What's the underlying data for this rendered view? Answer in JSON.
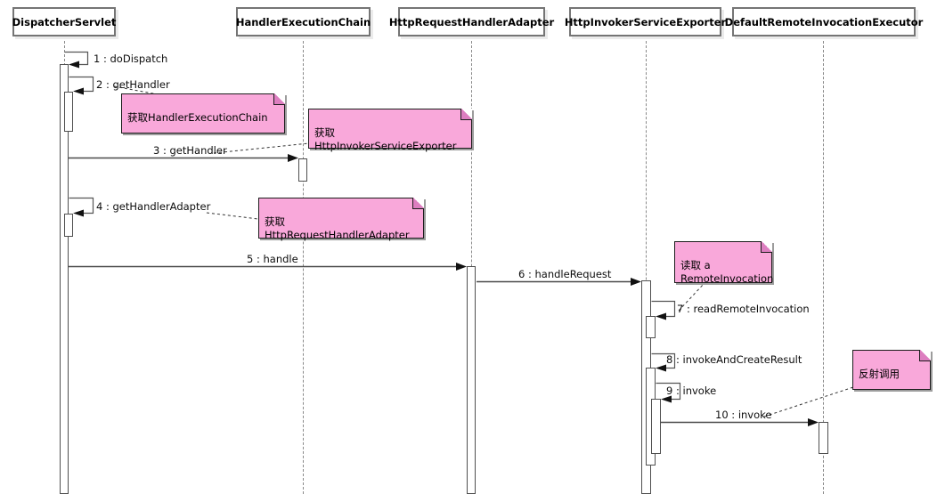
{
  "diagram": {
    "type": "uml-sequence-diagram",
    "participants": [
      {
        "name": "DispatcherServlet"
      },
      {
        "name": "HandlerExecutionChain"
      },
      {
        "name": "HttpRequestHandlerAdapter"
      },
      {
        "name": "HttpInvokerServiceExporter"
      },
      {
        "name": "DefaultRemoteInvocationExecutor"
      }
    ],
    "messages": [
      {
        "label": "1 : doDispatch",
        "from": "DispatcherServlet",
        "to": "DispatcherServlet",
        "kind": "self"
      },
      {
        "label": "2 : getHandler",
        "from": "DispatcherServlet",
        "to": "DispatcherServlet",
        "kind": "self"
      },
      {
        "label": "3 : getHandler",
        "from": "DispatcherServlet",
        "to": "HandlerExecutionChain",
        "kind": "call"
      },
      {
        "label": "4 : getHandlerAdapter",
        "from": "DispatcherServlet",
        "to": "DispatcherServlet",
        "kind": "self"
      },
      {
        "label": "5 : handle",
        "from": "DispatcherServlet",
        "to": "HttpRequestHandlerAdapter",
        "kind": "call"
      },
      {
        "label": "6 : handleRequest",
        "from": "HttpRequestHandlerAdapter",
        "to": "HttpInvokerServiceExporter",
        "kind": "call"
      },
      {
        "label": "7 : readRemoteInvocation",
        "from": "HttpInvokerServiceExporter",
        "to": "HttpInvokerServiceExporter",
        "kind": "self"
      },
      {
        "label": "8 : invokeAndCreateResult",
        "from": "HttpInvokerServiceExporter",
        "to": "HttpInvokerServiceExporter",
        "kind": "self"
      },
      {
        "label": "9 : invoke",
        "from": "HttpInvokerServiceExporter",
        "to": "HttpInvokerServiceExporter",
        "kind": "self"
      },
      {
        "label": "10 : invoke",
        "from": "HttpInvokerServiceExporter",
        "to": "DefaultRemoteInvocationExecutor",
        "kind": "call"
      }
    ],
    "notes": [
      {
        "text": "获取HandlerExecutionChain"
      },
      {
        "text": "获取HttpInvokerServiceExporter"
      },
      {
        "text": "获取HttpRequestHandlerAdapter"
      },
      {
        "text": "读取 a\nRemoteInvocation"
      },
      {
        "text": "反射调用"
      }
    ],
    "colors": {
      "note_fill": "#F9A8DA",
      "note_border": "#1C1C1C",
      "message_line": "#4A4A4A",
      "lifeline": "#8A8A8A",
      "box_border": "#757575",
      "background": "#FFFFFF"
    }
  }
}
